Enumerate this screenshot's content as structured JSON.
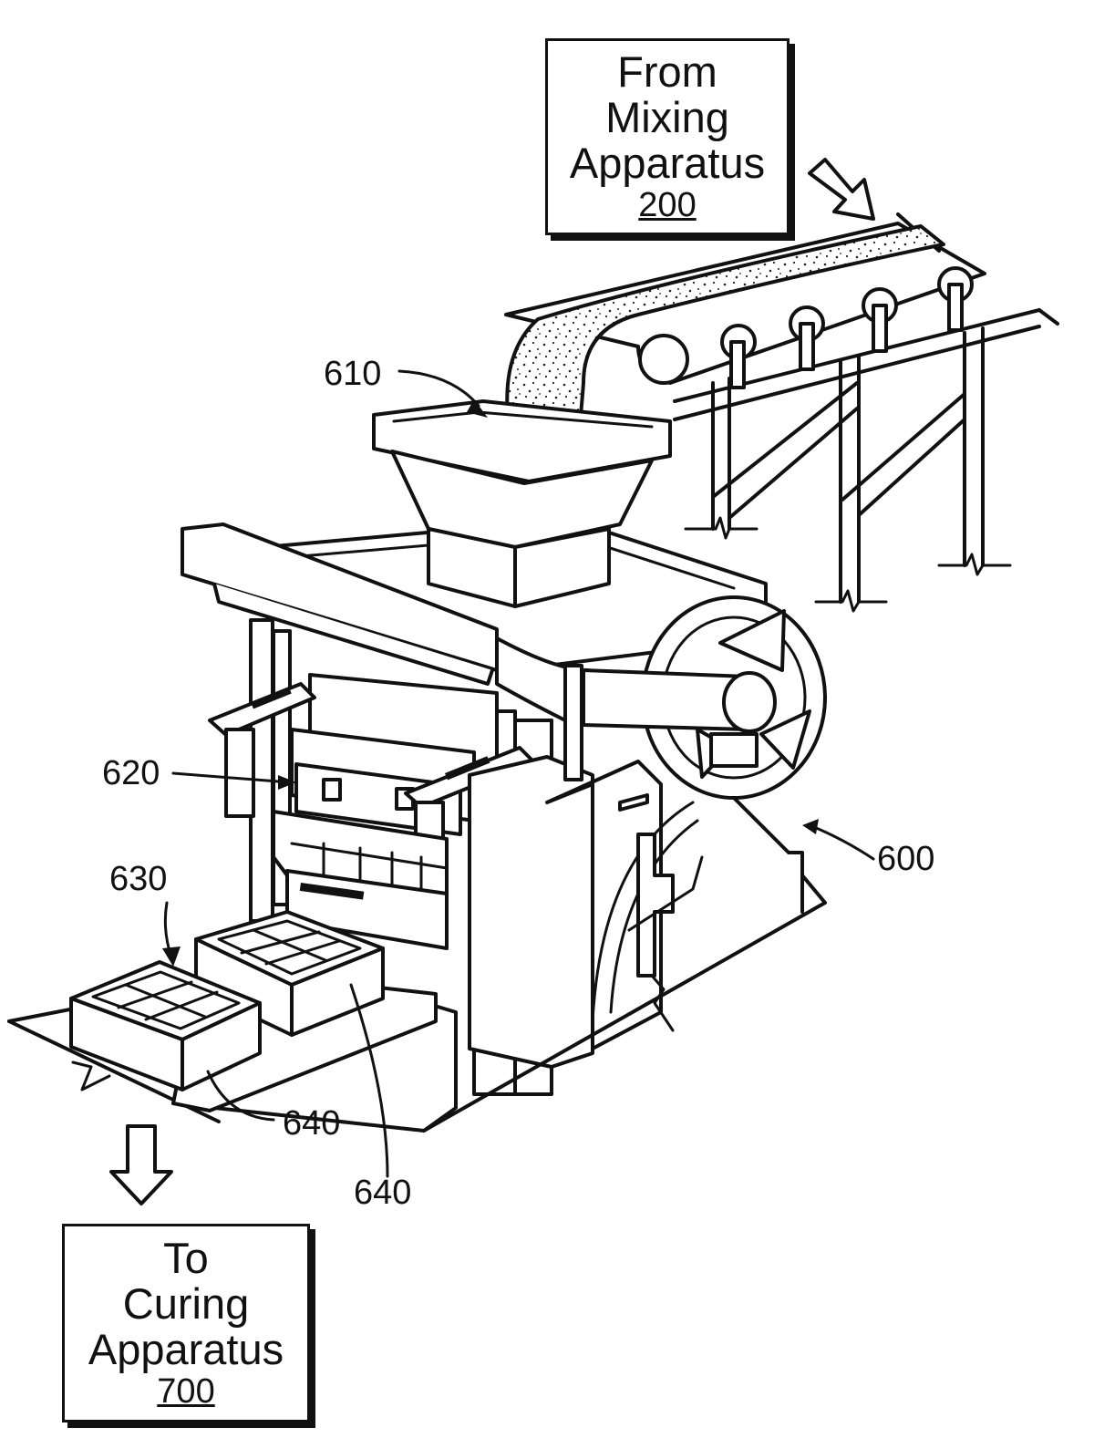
{
  "boxes": {
    "from": {
      "line1": "From",
      "line2": "Mixing",
      "line3": "Apparatus",
      "number": "200"
    },
    "to": {
      "line1": "To",
      "line2": "Curing",
      "line3": "Apparatus",
      "number": "700"
    }
  },
  "labels": {
    "hopper": "610",
    "press": "620",
    "mold": "630",
    "block_front": "640",
    "block_back": "640",
    "machine": "600"
  }
}
